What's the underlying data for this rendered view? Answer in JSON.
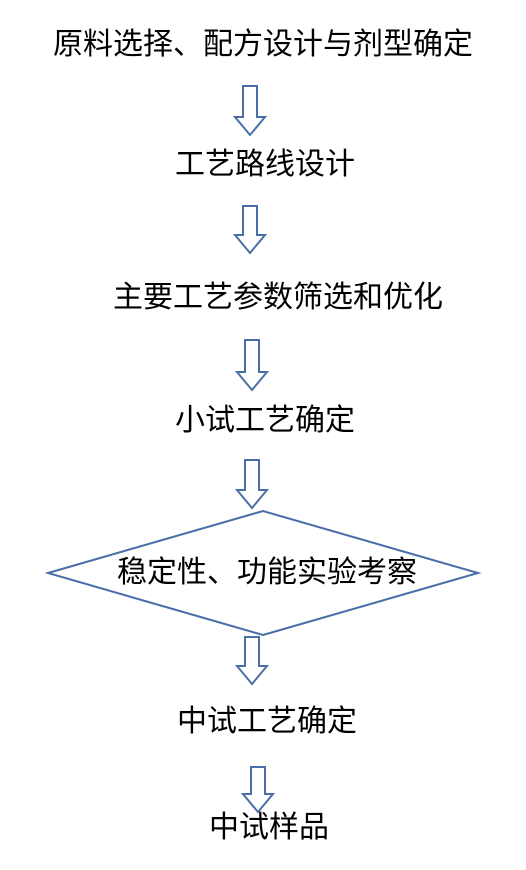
{
  "flowchart": {
    "steps": [
      "原料选择、配方设计与剂型确定",
      "工艺路线设计",
      "主要工艺参数筛选和优化",
      "小试工艺确定",
      "稳定性、功能实验考察",
      "中试工艺确定",
      "中试样品"
    ],
    "decision_step_index": 4,
    "arrow_color": "#4a6ea8",
    "decision_border_color": "#4a6ea8",
    "text_color": "#000000"
  }
}
